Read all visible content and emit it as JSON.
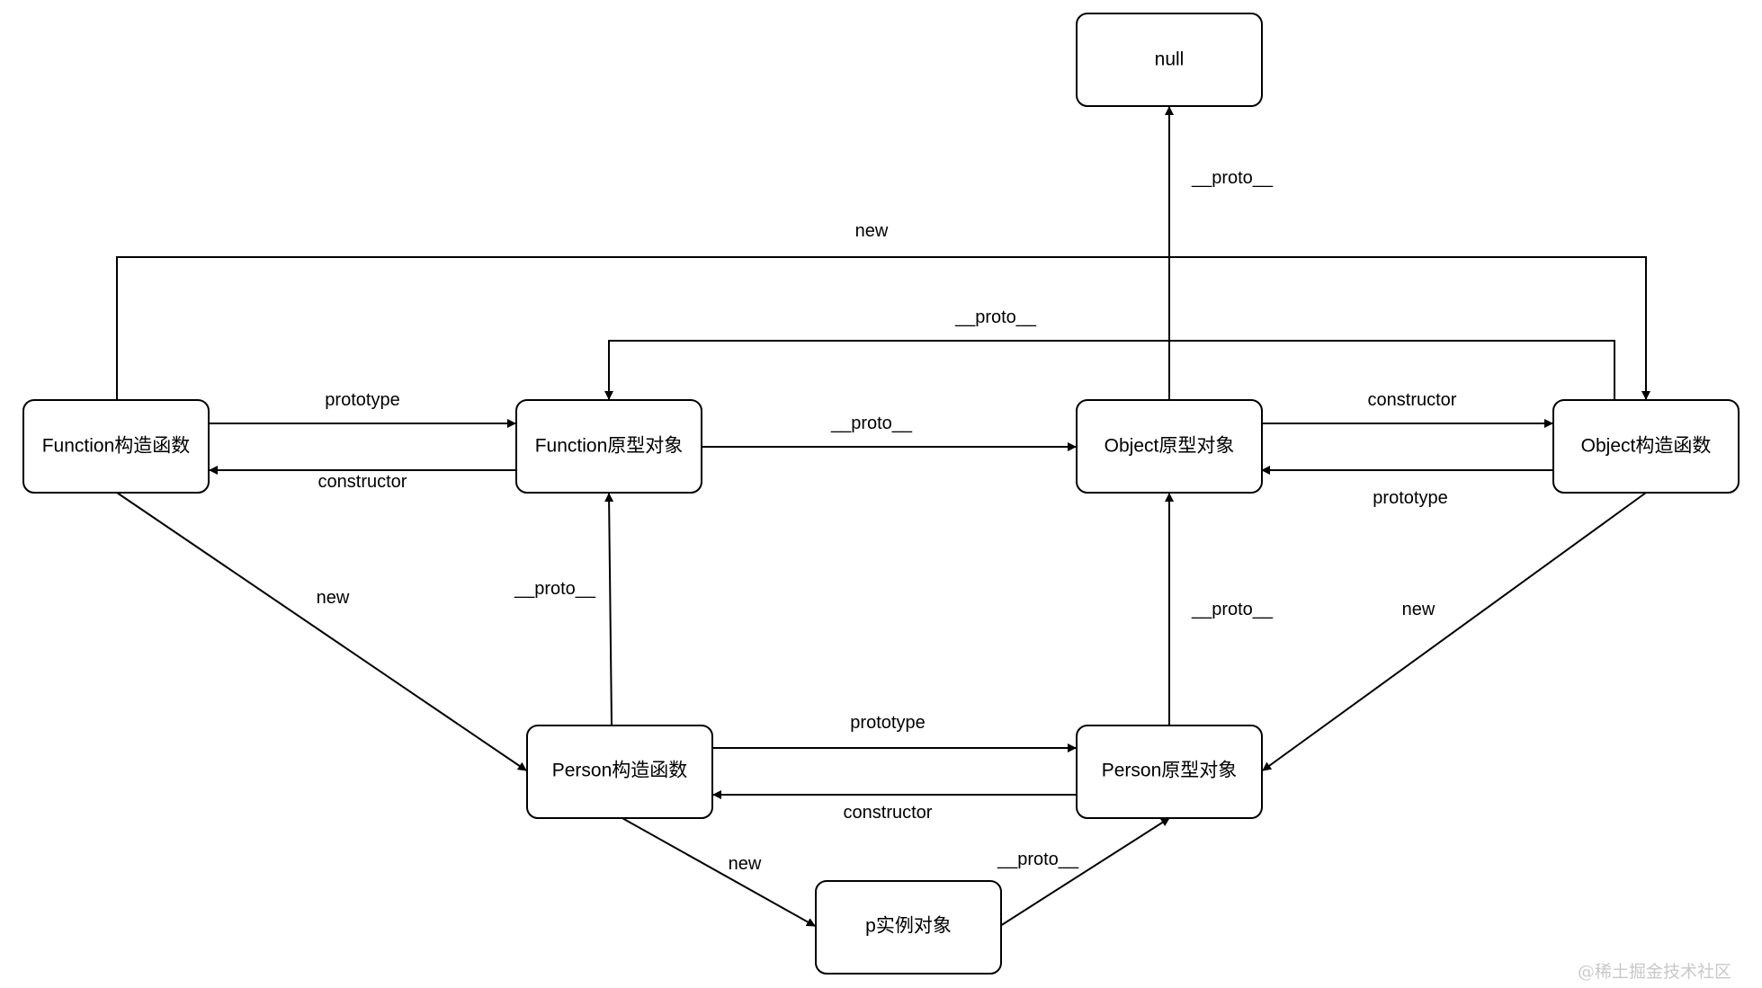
{
  "diagram": {
    "nodes": {
      "null": "null",
      "function_constructor": "Function构造函数",
      "function_prototype": "Function原型对象",
      "object_prototype": "Object原型对象",
      "object_constructor": "Object构造函数",
      "person_constructor": "Person构造函数",
      "person_prototype": "Person原型对象",
      "p_instance": "p实例对象"
    },
    "edges": {
      "object_prototype_to_null": "__proto__",
      "function_constructor_new_object_constructor": "new",
      "object_constructor_to_function_prototype": "__proto__",
      "function_constructor_prototype": "prototype",
      "function_prototype_constructor": "constructor",
      "function_prototype_to_object_prototype": "__proto__",
      "object_prototype_constructor": "constructor",
      "object_constructor_prototype": "prototype",
      "function_constructor_new_person_constructor": "new",
      "person_constructor_to_function_prototype": "__proto__",
      "person_prototype_to_object_prototype": "__proto__",
      "object_constructor_new_person_prototype": "new",
      "person_constructor_prototype": "prototype",
      "person_prototype_constructor": "constructor",
      "person_constructor_new_p_instance": "new",
      "p_instance_to_person_prototype": "__proto__"
    },
    "watermark": "@稀土掘金技术社区"
  }
}
